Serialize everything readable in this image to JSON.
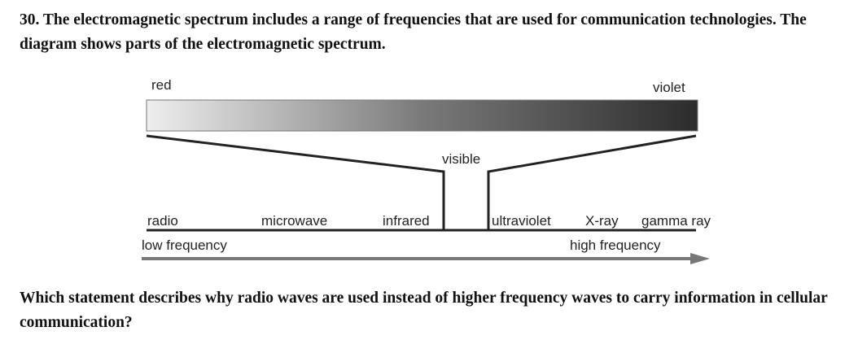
{
  "question": {
    "number": "30.",
    "intro": "The electromagnetic spectrum includes a range of frequencies that are used for communication technologies. The diagram shows parts of the electromagnetic spectrum.",
    "prompt": "Which statement describes why radio waves are used instead of higher frequency waves to carry information in cellular communication?"
  },
  "diagram": {
    "visible_band": {
      "left_label": "red",
      "right_label": "violet",
      "label": "visible"
    },
    "regions": [
      "radio",
      "microwave",
      "infrared",
      "ultraviolet",
      "X-ray",
      "gamma ray"
    ],
    "arrow": {
      "start_label": "low frequency",
      "end_label": "high frequency"
    }
  }
}
